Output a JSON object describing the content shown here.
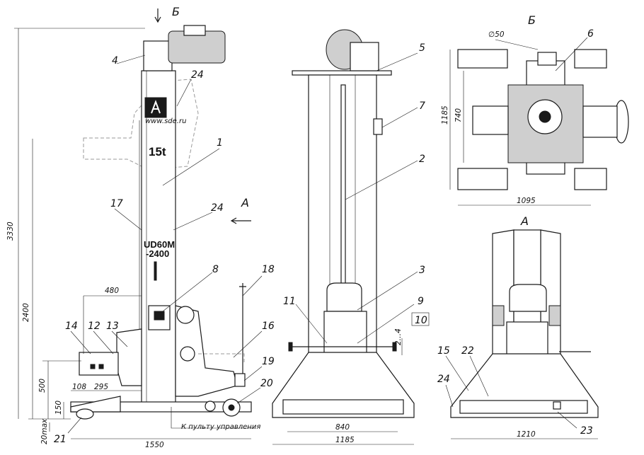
{
  "side_view": {
    "section_mark": "Б",
    "view_arrow_label": "А",
    "plate_model": "15t",
    "plate_series_line1": "UD60M",
    "plate_series_line2": "-2400",
    "logo_url": "www.sde.ru",
    "control_panel_note": "К пульту управления",
    "dims": {
      "total_height": "3330",
      "lift_height": "2400",
      "carriage_height": "500",
      "base_height": "150",
      "ground_clearance": "20max",
      "overall_length": "1550",
      "fork_reach": "480",
      "offset_a": "108",
      "offset_b": "295"
    }
  },
  "front_view": {
    "dims": {
      "inner_width": "840",
      "outer_width": "1185",
      "gap": "2…4"
    }
  },
  "top_view": {
    "title": "Б",
    "dims": {
      "pin_diameter": "∅50",
      "depth_outer": "1185",
      "depth_inner": "740",
      "width": "1095"
    }
  },
  "rear_view": {
    "title": "А",
    "dims": {
      "width": "1210"
    }
  },
  "callouts": [
    "1",
    "2",
    "3",
    "4",
    "5",
    "6",
    "7",
    "8",
    "9",
    "10",
    "11",
    "12",
    "13",
    "14",
    "15",
    "16",
    "17",
    "18",
    "19",
    "20",
    "21",
    "22",
    "23",
    "24"
  ]
}
